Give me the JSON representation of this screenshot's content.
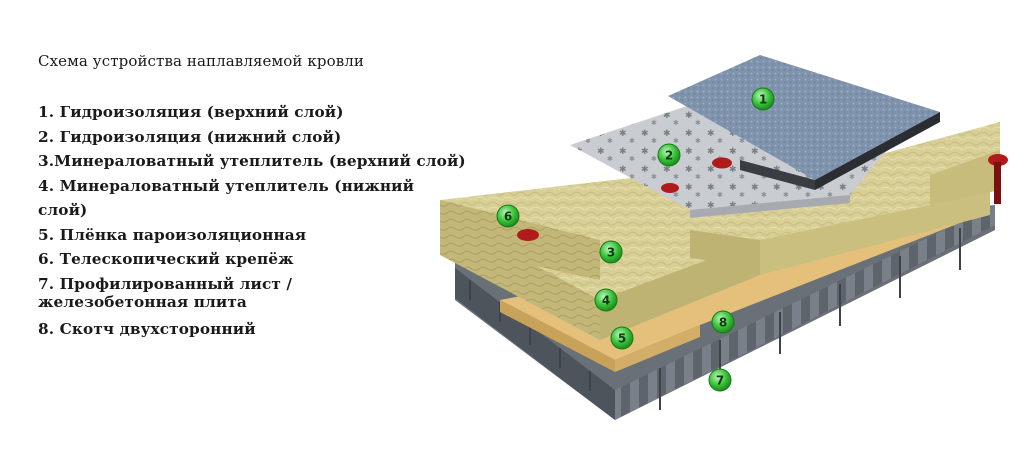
{
  "title": "Схема устройства наплавляемой кровли",
  "legend_items": [
    {
      "num": "1",
      "text": "1. Гидроизоляция (верхний слой)"
    },
    {
      "num": "2",
      "text": "2. Гидроизоляция  (нижний слой)"
    },
    {
      "num": "3",
      "text": "3.Минераловатный утеплитель (верхний слой)"
    },
    {
      "num": "4",
      "text": "4. Минераловатный утеплитель (нижний слой)"
    },
    {
      "num": "5",
      "text": "5. Плёнка пароизоляционная"
    },
    {
      "num": "6",
      "text": "6. Телескопический крепёж"
    },
    {
      "num": "7",
      "text": "7. Профилированный лист /\n    железобетонная плита"
    },
    {
      "num": "8",
      "text": "8. Скотч двухсторонний"
    }
  ],
  "colors": {
    "mineral_wool": "#d8cf96",
    "vapor_film": "#e4c07a",
    "top_membrane": "#7f93ad",
    "bottom_membrane": "#c9ccd0",
    "steel_deck": "#5e646b",
    "fastener": "#b11a1a",
    "badge": "#38c238"
  }
}
